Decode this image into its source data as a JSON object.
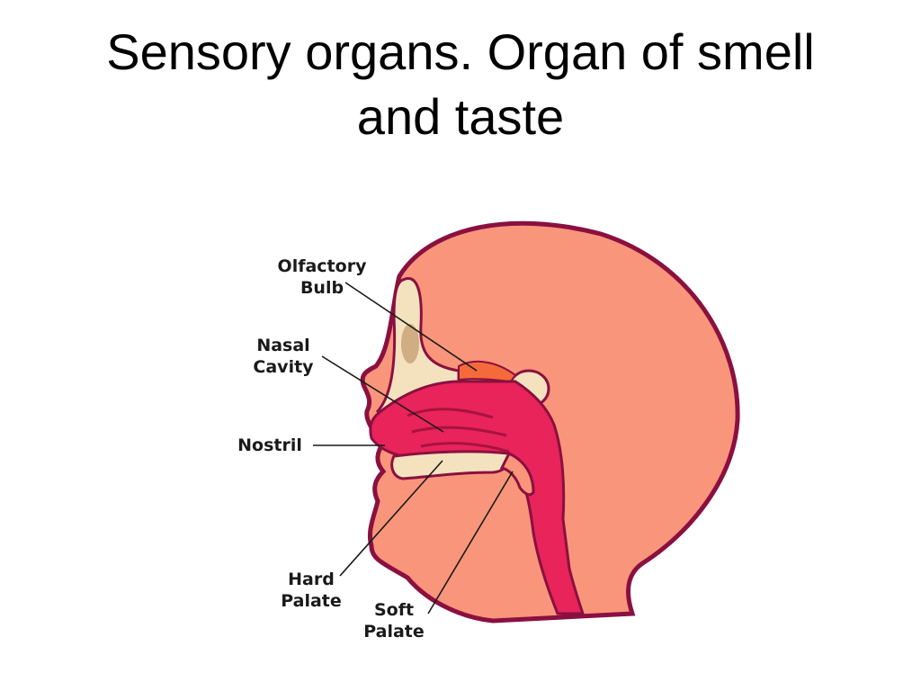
{
  "title": {
    "line1": "Sensory organs. Organ of smell",
    "line2": "and taste"
  },
  "labels": {
    "olfactory_bulb": [
      "Olfactory",
      "Bulb"
    ],
    "nasal_cavity": [
      "Nasal",
      "Cavity"
    ],
    "nostril": [
      "Nostril"
    ],
    "hard_palate": [
      "Hard",
      "Palate"
    ],
    "soft_palate": [
      "Soft",
      "Palate"
    ]
  },
  "colors": {
    "skin": "#f9957a",
    "outline": "#8a1040",
    "cavity": "#e8245a",
    "bone": "#f4e2bf",
    "bulb": "#f46a3a"
  }
}
